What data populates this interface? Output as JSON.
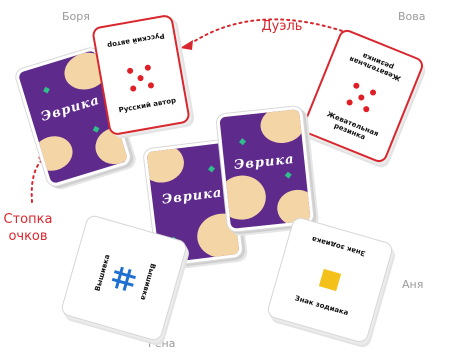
{
  "players": {
    "top_left": "Боря",
    "top_right": "Вова",
    "bottom_left": "Гена",
    "bottom_right": "Аня"
  },
  "annotations": {
    "duel": "Дуэль",
    "score_pile_line1": "Стопка",
    "score_pile_line2": "очков"
  },
  "cards": {
    "back_logo": "Эврика",
    "borya": {
      "upper": "Русский автор",
      "lower": "Русский автор",
      "symbol": "red-dots-icon"
    },
    "vova": {
      "upper": "Жевательная резинка",
      "lower": "Жевательная резинка",
      "symbol": "red-dots-icon"
    },
    "gena": {
      "upper": "Вышивка",
      "lower": "Вышивка",
      "symbol": "blue-hash-icon"
    },
    "anya": {
      "upper": "Знак зодиака",
      "lower": "Знак зодиака",
      "symbol": "yellow-square-icon"
    }
  },
  "colors": {
    "accent_red": "#d8272e",
    "card_back_purple": "#5e2a8c",
    "label_gray": "#9a9a9a"
  }
}
